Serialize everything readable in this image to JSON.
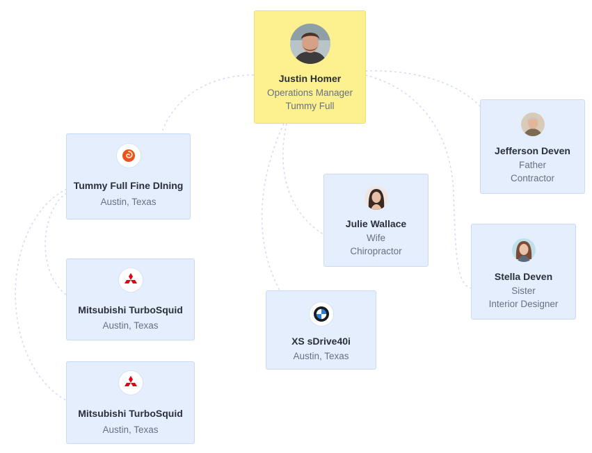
{
  "root": {
    "name": "Justin Homer",
    "title": "Operations Manager",
    "company": "Tummy Full",
    "avatar_icon": "person-photo-icon"
  },
  "relatives": [
    {
      "name": "Jefferson Deven",
      "line1": "Father",
      "line2": "Contractor",
      "avatar_icon": "person-photo-icon"
    },
    {
      "name": "Julie Wallace",
      "line1": "Wife",
      "line2": "Chiropractor",
      "avatar_icon": "person-photo-icon"
    },
    {
      "name": "Stella Deven",
      "line1": "Sister",
      "line2": "Interior Designer",
      "avatar_icon": "person-photo-icon"
    }
  ],
  "organizations": [
    {
      "name": "Tummy Full Fine DIning",
      "location": "Austin, Texas",
      "logo_icon": "swirl-logo-icon",
      "logo_color": "#e8531f"
    },
    {
      "name": "Mitsubishi TurboSquid",
      "location": "Austin, Texas",
      "logo_icon": "mitsubishi-logo-icon",
      "logo_color": "#e60012"
    },
    {
      "name": "Mitsubishi TurboSquid",
      "location": "Austin, Texas",
      "logo_icon": "mitsubishi-logo-icon",
      "logo_color": "#e60012"
    }
  ],
  "vehicle": {
    "name": "XS sDrive40i",
    "location": "Austin, Texas",
    "logo_icon": "bmw-logo-icon"
  },
  "colors": {
    "root_card": "#fdf08e",
    "node_card": "#e4eefd",
    "connector": "#d3dcf4"
  }
}
